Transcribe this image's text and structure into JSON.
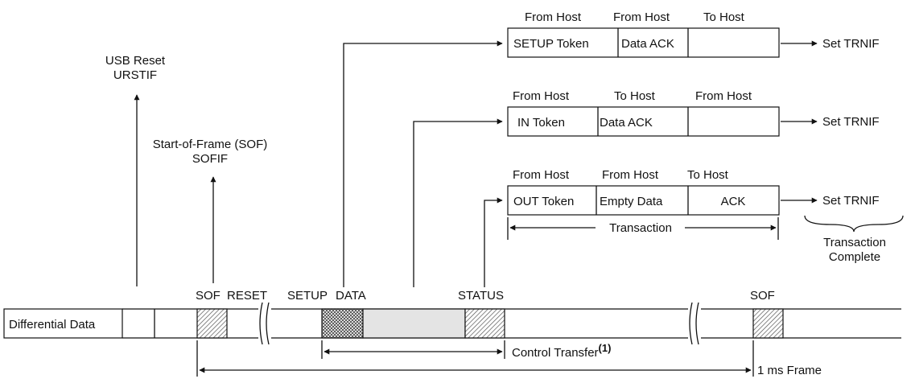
{
  "left_events": {
    "usb_reset": [
      "USB Reset",
      "URSTIF"
    ],
    "sof": [
      "Start-of-Frame (SOF)",
      "SOFIF"
    ]
  },
  "transactions": [
    {
      "column_headers": [
        "From Host",
        "From Host",
        "To Host"
      ],
      "cells": [
        "SETUP Token",
        "Data ACK",
        ""
      ],
      "result": "Set TRNIF"
    },
    {
      "column_headers": [
        "From Host",
        "To Host",
        "From Host"
      ],
      "cells": [
        "IN Token",
        "Data ACK",
        ""
      ],
      "result": "Set TRNIF"
    },
    {
      "column_headers": [
        "From Host",
        "From Host",
        "To Host"
      ],
      "cells": [
        "OUT Token",
        "Empty Data",
        "ACK"
      ],
      "result": "Set TRNIF"
    }
  ],
  "transaction_span_label": "Transaction",
  "transaction_complete": [
    "Transaction",
    "Complete"
  ],
  "bus_labels": {
    "sof": "SOF",
    "reset": "RESET",
    "setup": "SETUP",
    "data": "DATA",
    "status": "STATUS",
    "sof_end": "SOF"
  },
  "differential_data_label": "Differential Data",
  "control_transfer_label": "Control Transfer",
  "control_transfer_note": "(1)",
  "frame_label": "1 ms Frame",
  "colors": {
    "line": "#111111",
    "data_fill": "#e4e4e4",
    "hatch": "#555555"
  }
}
